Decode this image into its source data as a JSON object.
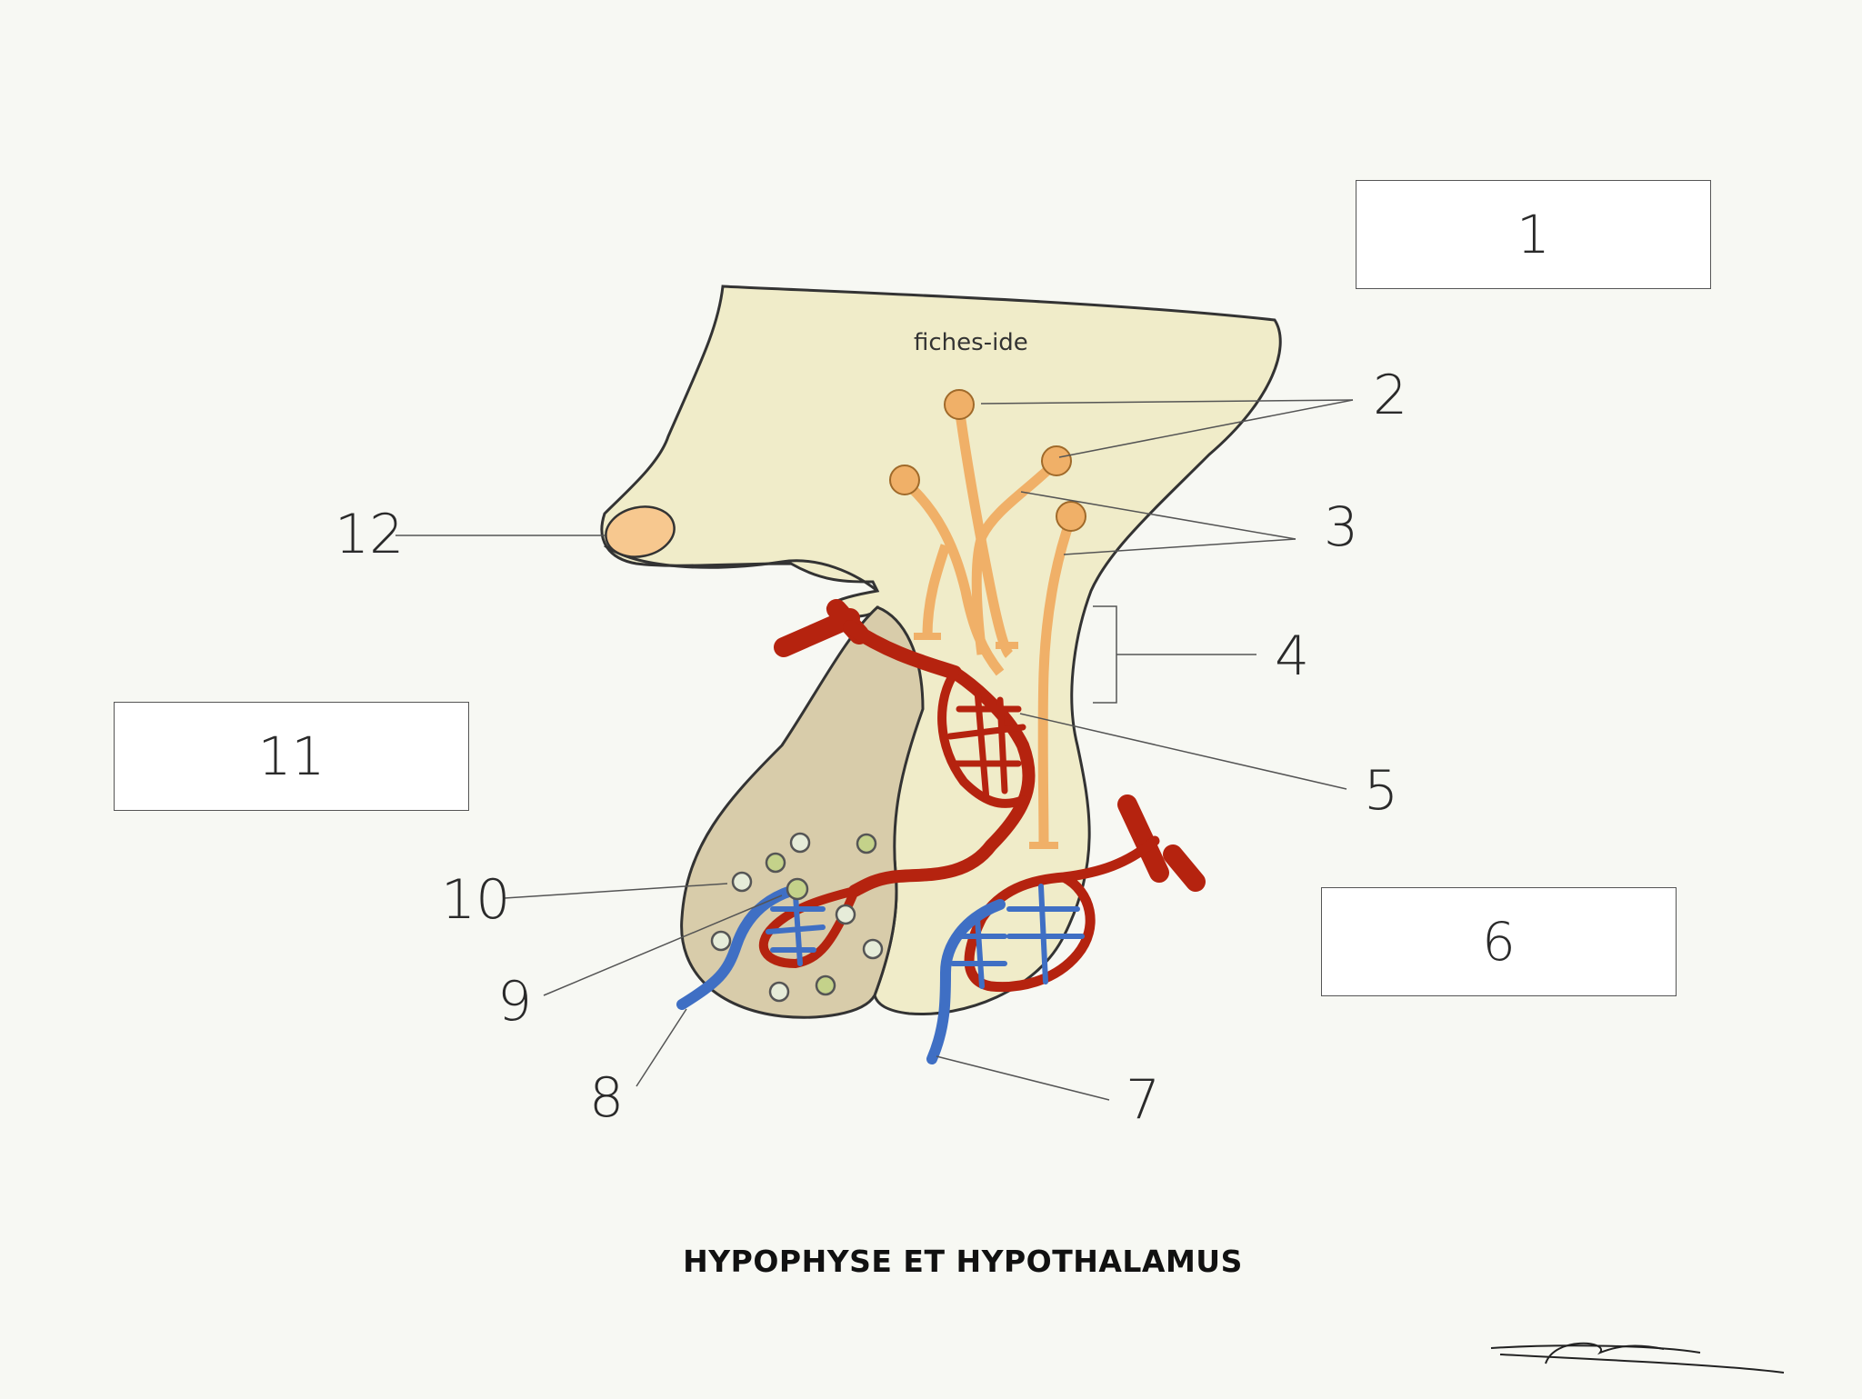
{
  "title": "HYPOPHYSE ET HYPOTHALAMUS",
  "watermark": "fiches-ide",
  "answer_boxes": {
    "box_1": "1",
    "box_6": "6",
    "box_11": "11"
  },
  "labels": {
    "n2": "2",
    "n3": "3",
    "n4": "4",
    "n5": "5",
    "n7": "7",
    "n8": "8",
    "n9": "9",
    "n10": "10",
    "n12": "12"
  },
  "colors": {
    "background": "#f7f8f3",
    "hypothalamus": "#f0ecc9",
    "anterior_lobe": "#d8ccaa",
    "artery": "#b5230f",
    "vein": "#3f6fc4",
    "neuron": "#f0b068",
    "chiasm": "#f7c88f",
    "outline": "#333333"
  }
}
